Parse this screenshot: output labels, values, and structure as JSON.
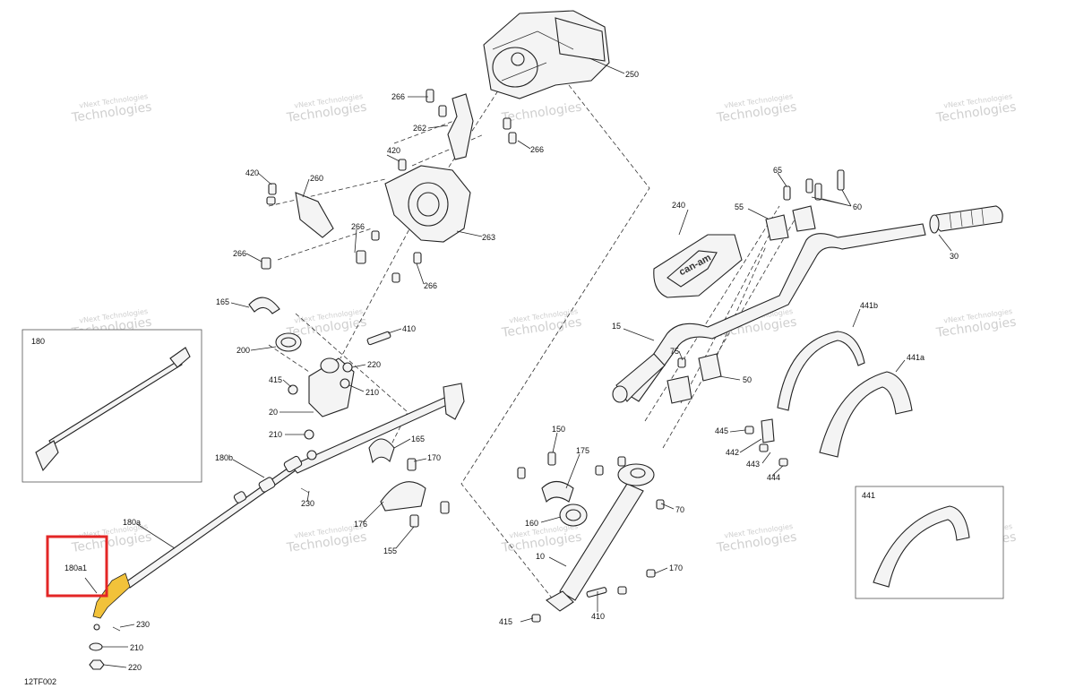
{
  "diagram_code": "12TF002",
  "watermark": {
    "line1": "vNext",
    "line2": "Technologies",
    "small": "vNext Technologies"
  },
  "highlight_color": "#e32626",
  "highlight_part_color": "#f2c23a",
  "labels": {
    "p250": "250",
    "p266a": "266",
    "p262": "262",
    "p266b": "266",
    "p420a": "420",
    "p420b": "420",
    "p260": "260",
    "p266c": "266",
    "p266d": "266",
    "p263": "263",
    "p266e": "266",
    "p165a": "165",
    "p200": "200",
    "p410a": "410",
    "p220a": "220",
    "p415a": "415",
    "p210a": "210",
    "p20": "20",
    "p210b": "210",
    "p165b": "165",
    "p180b": "180b",
    "p170a": "170",
    "p230a": "230",
    "p176": "176",
    "p155": "155",
    "p180a": "180a",
    "p180a1": "180a1",
    "p230b": "230",
    "p210c": "210",
    "p220b": "220",
    "p180": "180",
    "p150": "150",
    "p175": "175",
    "p160": "160",
    "p70": "70",
    "p10": "10",
    "p170b": "170",
    "p410b": "410",
    "p415b": "415",
    "p240": "240",
    "p65": "65",
    "p55": "55",
    "p60": "60",
    "p30": "30",
    "p15": "15",
    "p75": "75",
    "p50": "50",
    "p441b": "441b",
    "p441a": "441a",
    "p445": "445",
    "p442": "442",
    "p443": "443",
    "p444": "444",
    "p441": "441"
  },
  "brand_logo_text": "can-am"
}
